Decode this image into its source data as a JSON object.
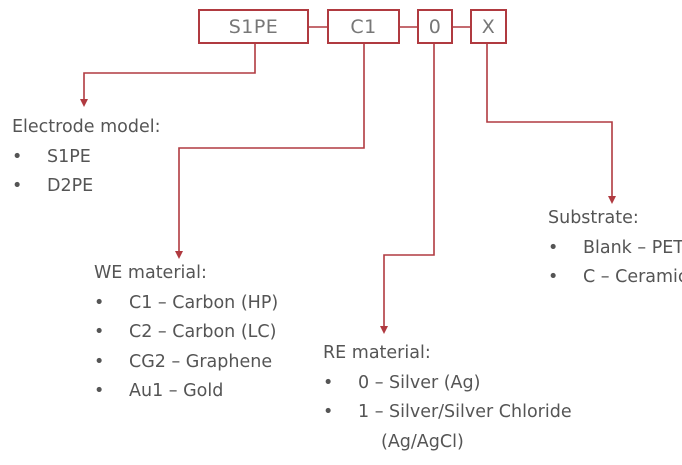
{
  "colors": {
    "accent": "#b03a40",
    "text": "#555555"
  },
  "code": {
    "segments": [
      "S1PE",
      "C1",
      "0",
      "X"
    ]
  },
  "bullet_char": "•",
  "groups": {
    "electrode_model": {
      "title": "Electrode model:",
      "items": [
        "S1PE",
        "D2PE"
      ]
    },
    "we_material": {
      "title": "WE material:",
      "items": [
        "C1 – Carbon (HP)",
        "C2 – Carbon (LC)",
        "CG2 – Graphene",
        "Au1 – Gold"
      ]
    },
    "re_material": {
      "title": "RE material:",
      "items": [
        "0 – Silver (Ag)",
        "1 – Silver/Silver Chloride"
      ],
      "item_continuation": "(Ag/AgCl)"
    },
    "substrate": {
      "title": "Substrate:",
      "items": [
        "Blank – PET",
        "C – Ceramic"
      ]
    }
  }
}
